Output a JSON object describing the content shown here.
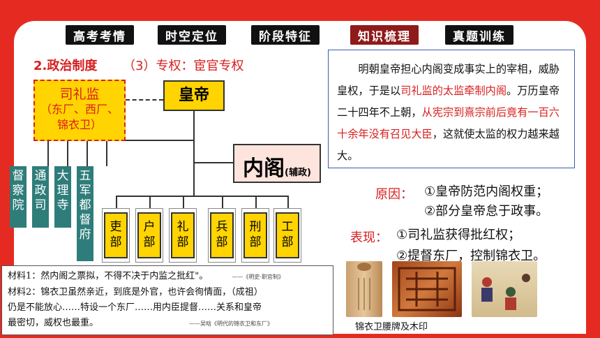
{
  "tabs": [
    "高考考情",
    "时空定位",
    "阶段特征",
    "知识梳理",
    "真题训练"
  ],
  "active_tab": "知识梳理",
  "heading": {
    "title": "2.政治制度",
    "subtitle": "（3）专权：宦官专权"
  },
  "chart": {
    "emperor": "皇帝",
    "sili_main": "司礼监",
    "sili_sub1": "（东厂、西厂、",
    "sili_sub2": "锦衣卫）",
    "neige_main": "内阁",
    "neige_sub": "(辅政)",
    "vertical_boxes": [
      "督察院",
      "通政司",
      "大理寺",
      "五军都督府"
    ],
    "ministries": [
      "吏部",
      "户部",
      "礼部",
      "兵部",
      "刑部",
      "工部"
    ]
  },
  "textbox": {
    "p1": "明朝皇帝担心内阁变成事实上的宰相，威胁皇权，于是以",
    "p1_red": "司礼监的太监牵制内阁",
    "p2": "。万历皇帝二十四年不上朝，",
    "p2_red": "从宪宗到熹宗前后竟有一百六十余年没有召见大臣",
    "p3": "，这就使太监的权力越来越大。"
  },
  "reasons": {
    "label": "原因：",
    "r1": "①皇帝防范内阁权重；",
    "r2": "②部分皇帝怠于政事。"
  },
  "manifest": {
    "label": "表现：",
    "m1": "①司礼监获得批红权；",
    "m2": "②提督东厂，控制锦衣卫。"
  },
  "materials": {
    "m1": "材料1：然内阁之票拟，不得不决于内监之批红\"。",
    "m1_cite": "——《明史·职官制》",
    "m2a": "材料2：锦衣卫虽然亲近，到底是外官，也许会徇情面，（成祖）",
    "m2b": "仍是不能放心……特设一个东厂……用内臣提督……关系和皇帝",
    "m2c": "最密切，威权也最重。",
    "m2_cite": "——吴晗《明代的锦衣卫和东厂》"
  },
  "photo_caption": "锦衣卫腰牌及木印",
  "colors": {
    "frame": "#e52b21",
    "accent_red": "#d81e1e",
    "box_yellow": "#ffd400",
    "teal": "#2e7d7a",
    "active_tab": "#8f1a1a"
  }
}
